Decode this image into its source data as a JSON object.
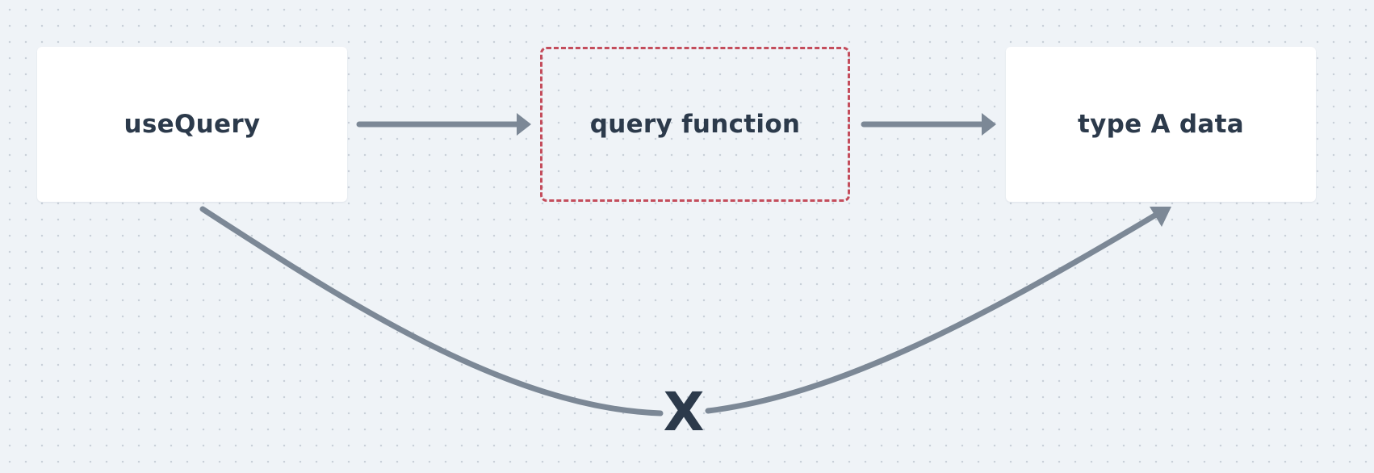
{
  "nodes": {
    "use_query": {
      "label": "useQuery"
    },
    "query_function": {
      "label": "query function"
    },
    "type_a_data": {
      "label": "type A data"
    }
  },
  "mark": {
    "label": "X"
  },
  "colors": {
    "background": "#eff3f7",
    "node_fill": "#ffffff",
    "dashed_border": "#c44d5c",
    "edge": "#7c8896",
    "text": "#2c3a4b"
  }
}
